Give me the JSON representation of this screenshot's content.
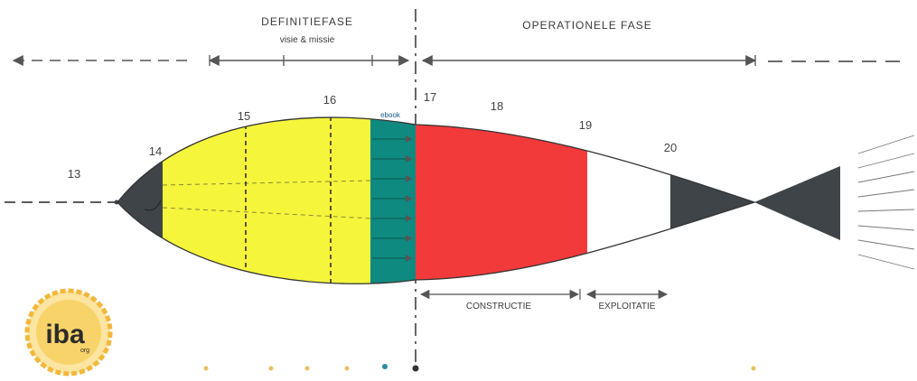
{
  "header": {
    "phase_left": "DEFINITIEFASE",
    "phase_left_sub": "visie & missie",
    "phase_right": "OPERATIONELE FASE"
  },
  "segments": [
    {
      "label": "13"
    },
    {
      "label": "14"
    },
    {
      "label": "15"
    },
    {
      "label": "16"
    },
    {
      "label": "17"
    },
    {
      "label": "18"
    },
    {
      "label": "19"
    },
    {
      "label": "20"
    }
  ],
  "band_label": "ebook",
  "bottom": {
    "left_label": "CONSTRUCTIE",
    "right_label": "EXPLOITATIE"
  },
  "logo": {
    "text": "iba",
    "subtext": "org"
  },
  "colors": {
    "yellow": "#f5f53c",
    "teal": "#0f8a80",
    "red": "#f23a3a",
    "dark": "#3f4448",
    "line": "#555555",
    "logo_ring": "#f3b73a"
  }
}
